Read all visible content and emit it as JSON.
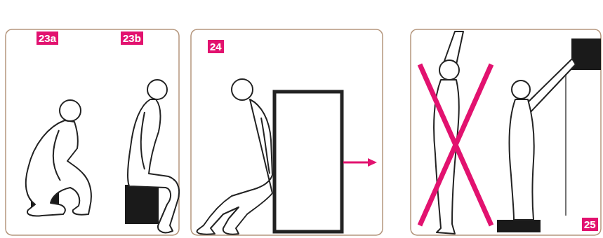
{
  "diagram": {
    "labels": [
      "23a",
      "23b",
      "24",
      "25"
    ]
  }
}
